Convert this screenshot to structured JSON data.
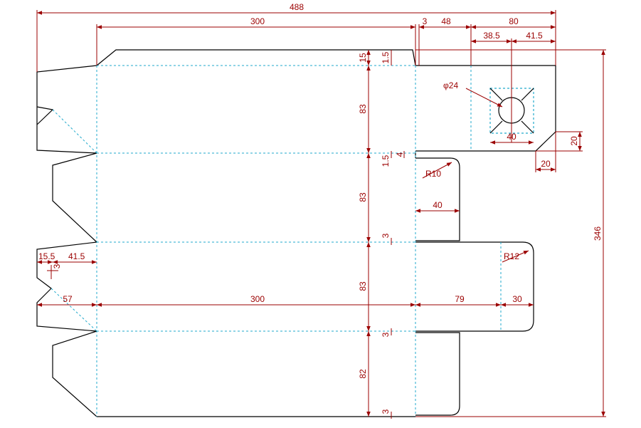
{
  "drawing": {
    "colors": {
      "dimension": "#9b0000",
      "cut_line": "#000000",
      "fold_line": "#22aacc",
      "background": "#ffffff"
    },
    "dimensions": {
      "overall_width": "488",
      "body_width": "300",
      "gap": "3",
      "flap_48": "48",
      "flap_80": "80",
      "offset_38_5": "38.5",
      "offset_41_5": "41.5",
      "top_15": "15",
      "top_1_5": "1.5",
      "panel_83_a": "83",
      "panel_83_b": "83",
      "panel_83_c": "83",
      "panel_82": "82",
      "side_1_5": "1.5",
      "side_4": "4",
      "radius_10": "R10",
      "tab_40": "40",
      "small_3_a": "3",
      "small_3_b": "3",
      "small_3_c": "3",
      "hole_diameter": "φ24",
      "hole_box_40": "40",
      "corner_20_v": "20",
      "corner_20_h": "20",
      "overall_height": "346",
      "left_15_5": "15.5",
      "left_41_5": "41.5",
      "left_3": "3",
      "left_57": "57",
      "mid_300": "300",
      "mid_79": "79",
      "mid_30": "30",
      "radius_12": "R12"
    }
  }
}
